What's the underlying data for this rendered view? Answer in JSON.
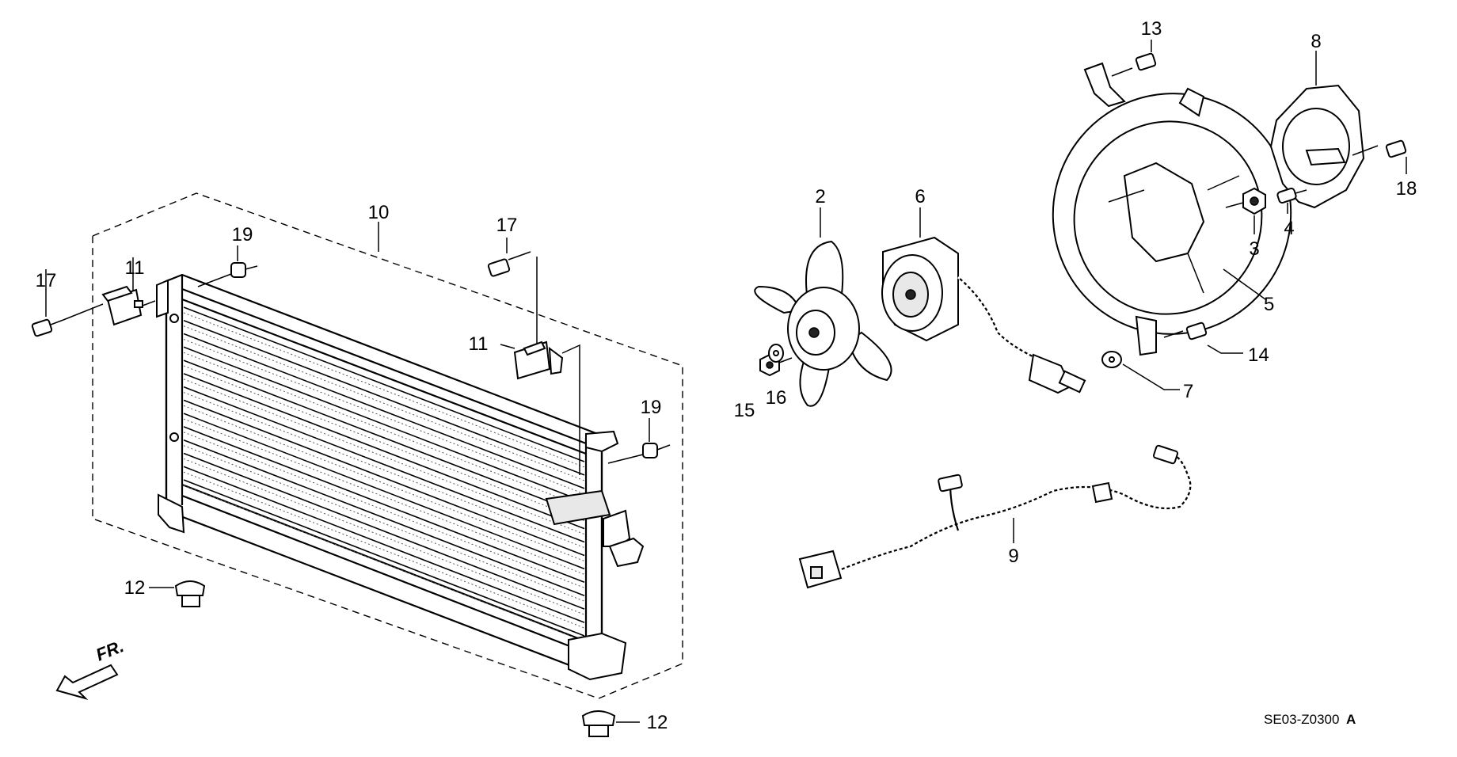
{
  "diagram": {
    "code": "SE03-Z0300",
    "code_suffix": "A",
    "direction_label": "FR.",
    "part_labels": {
      "p1": "10",
      "p2": "17",
      "p3": "11",
      "p4": "19",
      "p5": "17",
      "p6": "11",
      "p7": "19",
      "p8": "12",
      "p9": "12",
      "p10": "2",
      "p11": "6",
      "p12": "15",
      "p13": "16",
      "p14": "13",
      "p15": "5",
      "p16": "7",
      "p17": "14",
      "p18": "8",
      "p19": "3",
      "p20": "4",
      "p21": "18",
      "p22": "9"
    }
  }
}
